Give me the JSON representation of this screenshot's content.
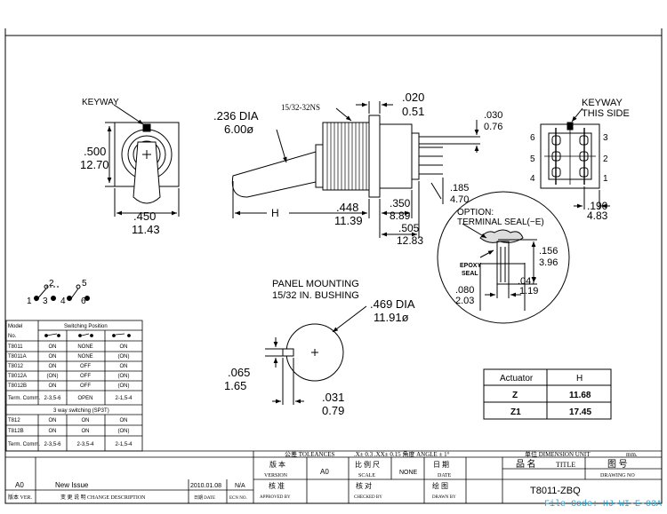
{
  "side_view": {
    "keyway_label": "KEYWAY",
    "dim_500": ".500",
    "dim_1270": "12.70",
    "dim_450": ".450",
    "dim_1143": "11.43"
  },
  "front_view": {
    "dia_236": ".236 DIA",
    "dia_600": "6.00ø",
    "thread": "15/32-32NS",
    "dim_020": ".020",
    "dim_051": "0.51",
    "dim_030": ".030",
    "dim_076": "0.76",
    "h_label": "H",
    "dim_448": ".448",
    "dim_1139": "11.39",
    "dim_350": ".350",
    "dim_889": "8.89",
    "dim_185": ".185",
    "dim_470": "4.70",
    "dim_505": ".505",
    "dim_1283": "12.83"
  },
  "rear_view": {
    "keyway_label": "KEYWAY",
    "this_side": "THIS SIDE",
    "pin_6": "6",
    "pin_3": "3",
    "pin_5": "5",
    "pin_2": "2",
    "pin_4": "4",
    "pin_1": "1",
    "dim_190": ".190",
    "dim_483": "4.83"
  },
  "seal_detail": {
    "option": "OPTION:",
    "terminal_seal": "TERMINAL SEAL(−E)",
    "dim_156": ".156",
    "dim_396": "3.96",
    "epoxy": "EPOXY",
    "seal": "SEAL",
    "dim_047": ".047",
    "dim_119": "1.19",
    "dim_080": ".080",
    "dim_203": "2.03"
  },
  "panel": {
    "line1": "PANEL MOUNTING",
    "line2": "15/32 IN. BUSHING",
    "dia_469": ".469 DIA",
    "dia_1191": "11.91ø",
    "dim_065": ".065",
    "dim_165": "1.65",
    "dim_031": ".031",
    "dim_079": "0.79"
  },
  "schematic": {
    "n1": "1",
    "n2": "2",
    "n3": "3",
    "n4": "4",
    "n5": "5",
    "n6": "6"
  },
  "switch_table": {
    "model_header": "Model",
    "no_header": "No.",
    "position_header": "Switching Position",
    "rows": [
      [
        "T8011",
        "ON",
        "NONE",
        "ON"
      ],
      [
        "T8011A",
        "ON",
        "NONE",
        "(ON)"
      ],
      [
        "T8012",
        "ON",
        "OFF",
        "ON"
      ],
      [
        "T8012A",
        "(ON)",
        "OFF",
        "(ON)"
      ],
      [
        "T8012B",
        "ON",
        "OFF",
        "(ON)"
      ]
    ],
    "term_row": [
      "Term. Comm.",
      "2-3,5-6",
      "OPEN",
      "2-1,5-4"
    ],
    "section": "3 way switching (SP3T)",
    "rows2": [
      [
        "T812",
        "ON",
        "ON",
        "ON"
      ],
      [
        "T812B",
        "ON",
        "ON",
        "(ON)"
      ]
    ],
    "term_row2": [
      "Term. Comm.",
      "2-3,5-6",
      "2-3,5-4",
      "2-1,5-4"
    ]
  },
  "actuator_table": {
    "h1": "Actuator",
    "h2": "H",
    "rows": [
      [
        "Z",
        "11.68"
      ],
      [
        "Z1",
        "17.45"
      ]
    ]
  },
  "title_block": {
    "tolerance_label": "公差 TOLEANCES",
    "tolerance_value": ".X± 0.3 .XX± 0.15 角度 ANGLE ± 1°",
    "unit_label": "单位 DIMENSION UNIT",
    "unit_value": "mm.",
    "version_cn": "版 本",
    "version_en": "VERSION",
    "version_value": "A0",
    "scale_cn": "比 例 尺",
    "scale_en": "SCALE",
    "scale_value": "NONE",
    "date_cn": "日 期",
    "date_en": "DATE",
    "title_cn": "品 名",
    "title_en": "TITLE",
    "drawing_cn": "图 号",
    "drawing_en": "DRAWING NO",
    "approved_cn": "核 准",
    "approved_en": "APPROVED BY",
    "checked_cn": "核 对",
    "checked_en": "CHECKED BY",
    "drawn_cn": "绘 图",
    "drawn_en": "DRAWN BY",
    "part_number": "T8011-ZBQ",
    "rev": "A0",
    "rev_desc": "New Issue",
    "rev_date": "2010.01.08",
    "rev_ecn": "N/A",
    "hdr_ver": "版本 VER.",
    "hdr_desc": "变 更 说 明   CHANGE DESCRIPTION",
    "hdr_date": "日期 DATE",
    "hdr_ecn": "ECN NO."
  },
  "file_code": "File Code: HJ-WI-E-03A"
}
